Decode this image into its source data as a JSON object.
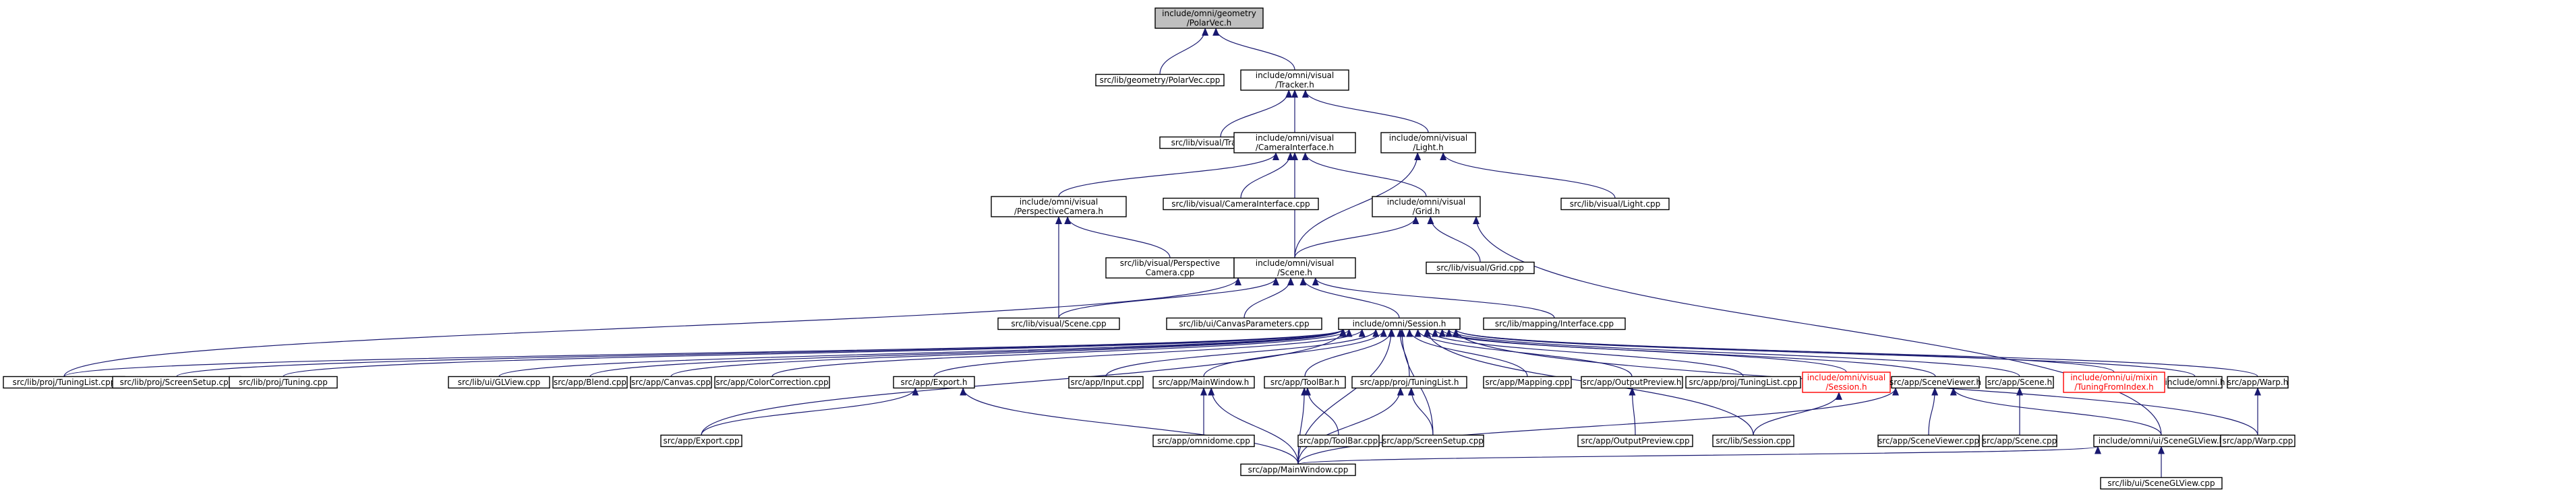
{
  "nodes": [
    {
      "id": "polarvec_h",
      "lines": [
        "include/omni/geometry",
        "/PolarVec.h"
      ],
      "style": "root"
    },
    {
      "id": "polarvec_cpp",
      "lines": [
        "src/lib/geometry/PolarVec.cpp"
      ]
    },
    {
      "id": "tracker_h",
      "lines": [
        "include/omni/visual",
        "/Tracker.h"
      ]
    },
    {
      "id": "tracker_cpp",
      "lines": [
        "src/lib/visual/Tracker.cpp"
      ]
    },
    {
      "id": "camiface_h",
      "lines": [
        "include/omni/visual",
        "/CameraInterface.h"
      ]
    },
    {
      "id": "light_h",
      "lines": [
        "include/omni/visual",
        "/Light.h"
      ]
    },
    {
      "id": "perspcam_h",
      "lines": [
        "include/omni/visual",
        "/PerspectiveCamera.h"
      ]
    },
    {
      "id": "camiface_cpp",
      "lines": [
        "src/lib/visual/CameraInterface.cpp"
      ]
    },
    {
      "id": "grid_h",
      "lines": [
        "include/omni/visual",
        "/Grid.h"
      ]
    },
    {
      "id": "light_cpp",
      "lines": [
        "src/lib/visual/Light.cpp"
      ]
    },
    {
      "id": "perspcam_cpp",
      "lines": [
        "src/lib/visual/Perspective",
        "Camera.cpp"
      ]
    },
    {
      "id": "scene_h",
      "lines": [
        "include/omni/visual",
        "/Scene.h"
      ]
    },
    {
      "id": "grid_cpp",
      "lines": [
        "src/lib/visual/Grid.cpp"
      ]
    },
    {
      "id": "scene_cpp_lib",
      "lines": [
        "src/lib/visual/Scene.cpp"
      ]
    },
    {
      "id": "canvasparams_cpp",
      "lines": [
        "src/lib/ui/CanvasParameters.cpp"
      ]
    },
    {
      "id": "session_h",
      "lines": [
        "include/omni/Session.h"
      ]
    },
    {
      "id": "mapping_iface_cpp",
      "lines": [
        "src/lib/mapping/Interface.cpp"
      ]
    },
    {
      "id": "tuninglist_cpp_lib",
      "lines": [
        "src/lib/proj/TuningList.cpp"
      ]
    },
    {
      "id": "screensetup_cpp_lib",
      "lines": [
        "src/lib/proj/ScreenSetup.cpp"
      ]
    },
    {
      "id": "tuning_cpp_lib",
      "lines": [
        "src/lib/proj/Tuning.cpp"
      ]
    },
    {
      "id": "glview_cpp",
      "lines": [
        "src/lib/ui/GLView.cpp"
      ]
    },
    {
      "id": "blend_cpp",
      "lines": [
        "src/app/Blend.cpp"
      ]
    },
    {
      "id": "canvas_cpp",
      "lines": [
        "src/app/Canvas.cpp"
      ]
    },
    {
      "id": "colorcorr_cpp",
      "lines": [
        "src/app/ColorCorrection.cpp"
      ]
    },
    {
      "id": "export_h",
      "lines": [
        "src/app/Export.h"
      ]
    },
    {
      "id": "input_cpp",
      "lines": [
        "src/app/Input.cpp"
      ]
    },
    {
      "id": "mainwindow_h",
      "lines": [
        "src/app/MainWindow.h"
      ]
    },
    {
      "id": "toolbar_h",
      "lines": [
        "src/app/ToolBar.h"
      ]
    },
    {
      "id": "tuninglist_h",
      "lines": [
        "src/app/proj/TuningList.h"
      ]
    },
    {
      "id": "mapping_cpp",
      "lines": [
        "src/app/Mapping.cpp"
      ]
    },
    {
      "id": "outputpreview_h",
      "lines": [
        "src/app/OutputPreview.h"
      ]
    },
    {
      "id": "tuninglist_cpp_app",
      "lines": [
        "src/app/proj/TuningList.cpp"
      ]
    },
    {
      "id": "visual_session_h",
      "lines": [
        "include/omni/visual",
        "/Session.h"
      ],
      "style": "red"
    },
    {
      "id": "sceneviewer_h",
      "lines": [
        "src/app/SceneViewer.h"
      ]
    },
    {
      "id": "scene_h_app",
      "lines": [
        "src/app/Scene.h"
      ]
    },
    {
      "id": "tuningfromindex_h",
      "lines": [
        "include/omni/ui/mixin",
        "/TuningFromIndex.h"
      ],
      "style": "red"
    },
    {
      "id": "omni_h",
      "lines": [
        "include/omni.h"
      ]
    },
    {
      "id": "warp_h",
      "lines": [
        "src/app/Warp.h"
      ]
    },
    {
      "id": "export_cpp",
      "lines": [
        "src/app/Export.cpp"
      ]
    },
    {
      "id": "omnidome_cpp",
      "lines": [
        "src/app/omnidome.cpp"
      ]
    },
    {
      "id": "toolbar_cpp",
      "lines": [
        "src/app/ToolBar.cpp"
      ]
    },
    {
      "id": "screensetup_cpp_app",
      "lines": [
        "src/app/ScreenSetup.cpp"
      ]
    },
    {
      "id": "outputpreview_cpp",
      "lines": [
        "src/app/OutputPreview.cpp"
      ]
    },
    {
      "id": "session_cpp",
      "lines": [
        "src/lib/Session.cpp"
      ]
    },
    {
      "id": "sceneviewer_cpp",
      "lines": [
        "src/app/SceneViewer.cpp"
      ]
    },
    {
      "id": "scene_cpp_app",
      "lines": [
        "src/app/Scene.cpp"
      ]
    },
    {
      "id": "sceneglview_h",
      "lines": [
        "include/omni/ui/SceneGLView.h"
      ]
    },
    {
      "id": "warp_cpp",
      "lines": [
        "src/app/Warp.cpp"
      ]
    },
    {
      "id": "mainwindow_cpp",
      "lines": [
        "src/app/MainWindow.cpp"
      ]
    },
    {
      "id": "sceneglview_cpp",
      "lines": [
        "src/lib/ui/SceneGLView.cpp"
      ]
    }
  ],
  "edges": [
    [
      "polarvec_cpp",
      "polarvec_h"
    ],
    [
      "tracker_h",
      "polarvec_h"
    ],
    [
      "tracker_cpp",
      "tracker_h"
    ],
    [
      "camiface_h",
      "tracker_h"
    ],
    [
      "light_h",
      "tracker_h"
    ],
    [
      "perspcam_h",
      "camiface_h"
    ],
    [
      "camiface_cpp",
      "camiface_h"
    ],
    [
      "grid_h",
      "camiface_h"
    ],
    [
      "scene_h",
      "camiface_h"
    ],
    [
      "light_cpp",
      "light_h"
    ],
    [
      "scene_h",
      "light_h"
    ],
    [
      "perspcam_cpp",
      "perspcam_h"
    ],
    [
      "scene_cpp_lib",
      "perspcam_h"
    ],
    [
      "scene_h",
      "grid_h"
    ],
    [
      "grid_cpp",
      "grid_h"
    ],
    [
      "sceneglview_h",
      "grid_h"
    ],
    [
      "scene_cpp_lib",
      "scene_h"
    ],
    [
      "canvasparams_cpp",
      "scene_h"
    ],
    [
      "session_h",
      "scene_h"
    ],
    [
      "mapping_iface_cpp",
      "scene_h"
    ],
    [
      "tuninglist_cpp_lib",
      "scene_h"
    ],
    [
      "tuninglist_cpp_lib",
      "session_h"
    ],
    [
      "screensetup_cpp_lib",
      "session_h"
    ],
    [
      "tuning_cpp_lib",
      "session_h"
    ],
    [
      "glview_cpp",
      "session_h"
    ],
    [
      "blend_cpp",
      "session_h"
    ],
    [
      "canvas_cpp",
      "session_h"
    ],
    [
      "colorcorr_cpp",
      "session_h"
    ],
    [
      "export_h",
      "session_h"
    ],
    [
      "input_cpp",
      "session_h"
    ],
    [
      "mainwindow_h",
      "session_h"
    ],
    [
      "toolbar_h",
      "session_h"
    ],
    [
      "tuninglist_h",
      "session_h"
    ],
    [
      "mapping_cpp",
      "session_h"
    ],
    [
      "outputpreview_h",
      "session_h"
    ],
    [
      "tuninglist_cpp_app",
      "session_h"
    ],
    [
      "visual_session_h",
      "session_h"
    ],
    [
      "sceneviewer_h",
      "session_h"
    ],
    [
      "scene_h_app",
      "session_h"
    ],
    [
      "tuningfromindex_h",
      "session_h"
    ],
    [
      "omni_h",
      "session_h"
    ],
    [
      "warp_h",
      "session_h"
    ],
    [
      "export_cpp",
      "session_h"
    ],
    [
      "mainwindow_cpp",
      "session_h"
    ],
    [
      "screensetup_cpp_app",
      "session_h"
    ],
    [
      "session_cpp",
      "session_h"
    ],
    [
      "warp_cpp",
      "session_h"
    ],
    [
      "export_cpp",
      "export_h"
    ],
    [
      "mainwindow_cpp",
      "export_h"
    ],
    [
      "omnidome_cpp",
      "mainwindow_h"
    ],
    [
      "mainwindow_cpp",
      "mainwindow_h"
    ],
    [
      "toolbar_cpp",
      "toolbar_h"
    ],
    [
      "mainwindow_cpp",
      "toolbar_h"
    ],
    [
      "screensetup_cpp_app",
      "tuninglist_h"
    ],
    [
      "mainwindow_cpp",
      "tuninglist_h"
    ],
    [
      "outputpreview_cpp",
      "outputpreview_h"
    ],
    [
      "session_cpp",
      "visual_session_h"
    ],
    [
      "sceneviewer_cpp",
      "sceneviewer_h"
    ],
    [
      "mainwindow_cpp",
      "sceneviewer_h"
    ],
    [
      "sceneglview_h",
      "sceneviewer_h"
    ],
    [
      "scene_cpp_app",
      "scene_h_app"
    ],
    [
      "warp_cpp",
      "warp_h"
    ],
    [
      "mainwindow_cpp",
      "sceneglview_h"
    ],
    [
      "sceneglview_cpp",
      "sceneglview_h"
    ]
  ],
  "colors": {
    "edge": "#191970",
    "node_border": "#000000",
    "root_fill": "#bfbfbf",
    "incomplete_border": "#ff0000"
  }
}
